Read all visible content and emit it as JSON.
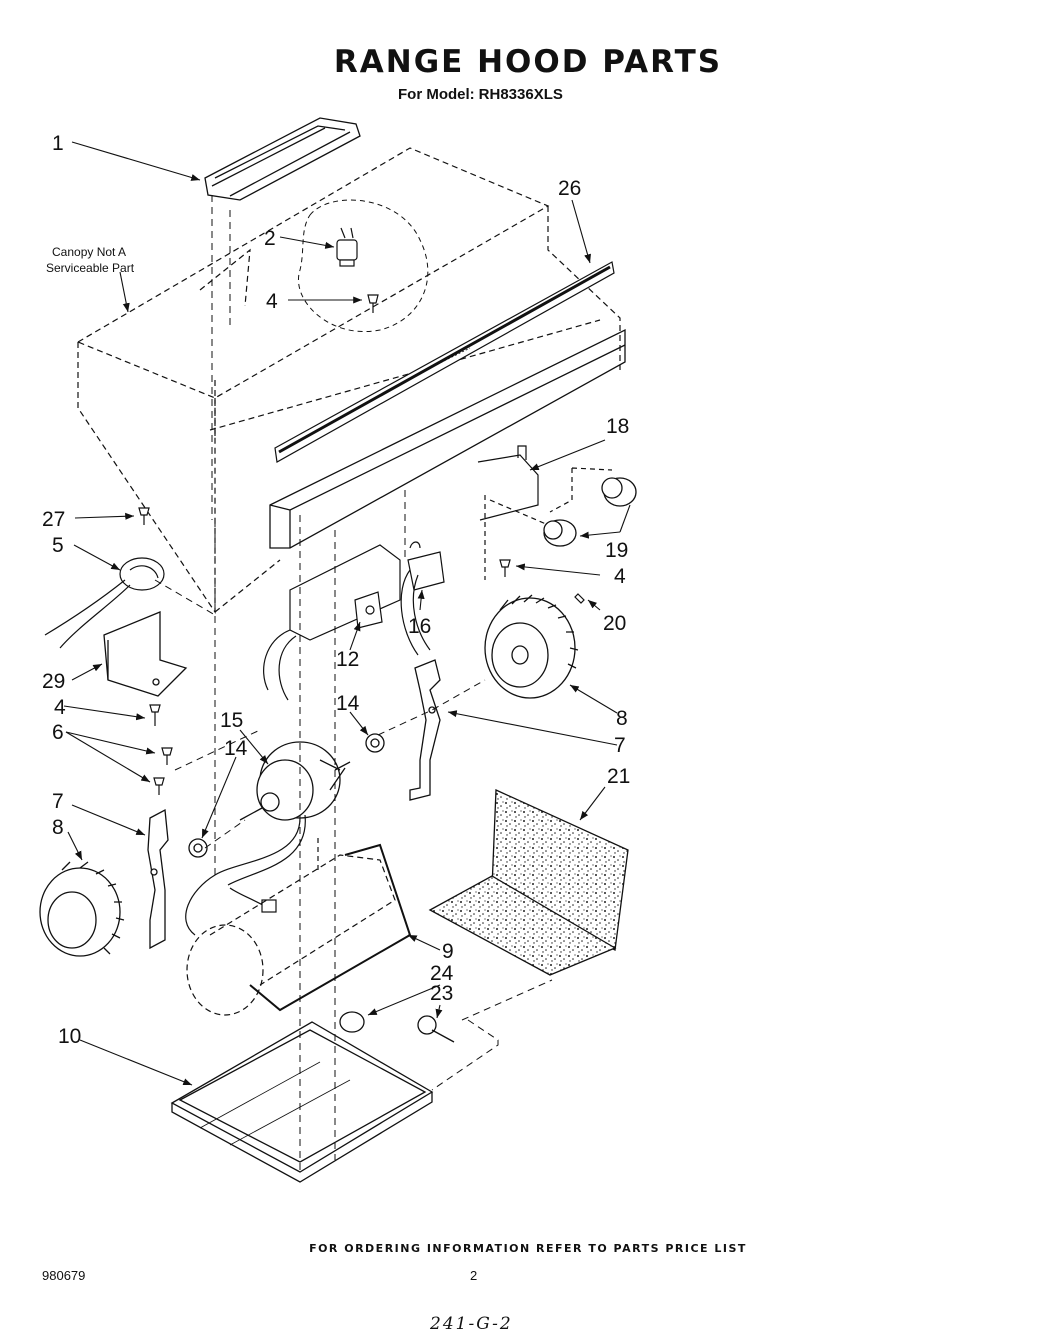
{
  "header": {
    "title": "RANGE HOOD PARTS",
    "model_label": "For Model:",
    "model_number": "RH8336XLS"
  },
  "note": {
    "line1": "Canopy Not A",
    "line2": "Serviceable Part"
  },
  "callouts": {
    "c1": "1",
    "c2": "2",
    "c4a": "4",
    "c26": "26",
    "c18": "18",
    "c27": "27",
    "c5": "5",
    "c19": "19",
    "c4b": "4",
    "c16": "16",
    "c20": "20",
    "c12": "12",
    "c29": "29",
    "c4c": "4",
    "c14a": "14",
    "c8a": "8",
    "c15": "15",
    "c6": "6",
    "c14b": "14",
    "c7a": "7",
    "c21": "21",
    "c7b": "7",
    "c8b": "8",
    "c9": "9",
    "c24": "24",
    "c23": "23",
    "c10": "10"
  },
  "footer": {
    "ordering": "FOR ORDERING INFORMATION REFER TO PARTS PRICE LIST",
    "doc_number": "980679",
    "page_number": "2",
    "handwritten": "241-G-2"
  }
}
